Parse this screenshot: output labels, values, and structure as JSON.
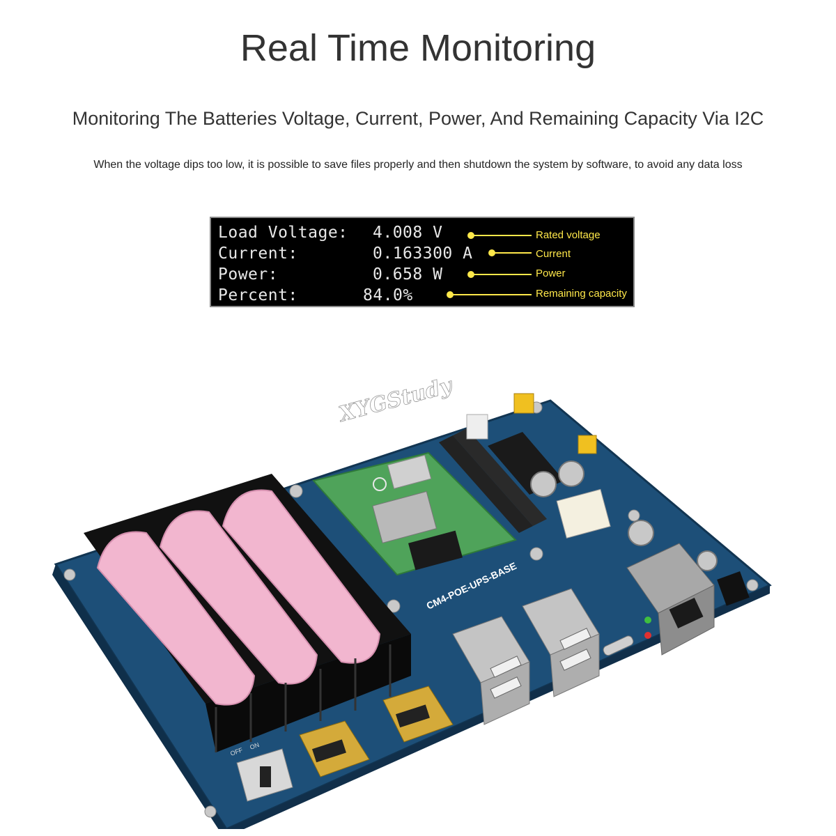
{
  "header": {
    "title": "Real Time Monitoring",
    "subtitle": "Monitoring The Batteries Voltage, Current, Power, And Remaining Capacity Via I2C",
    "description": "When the voltage dips too low, it is possible to save files properly and then shutdown the system by software, to avoid any data loss"
  },
  "terminal": {
    "rows": [
      {
        "label": "Load Voltage:",
        "value": "4.008 V",
        "callout": "Rated voltage"
      },
      {
        "label": "Current:",
        "value": "0.163300 A",
        "callout": "Current"
      },
      {
        "label": "Power:",
        "value": "0.658 W",
        "callout": "Power"
      },
      {
        "label": "Percent:",
        "value": "84.0%",
        "callout": "Remaining capacity"
      }
    ],
    "callout_color": "#ffe84a"
  },
  "board": {
    "model_label": "CM4-POE-UPS-BASE",
    "watermark": "XYGStudy",
    "switch_labels": [
      "OFF",
      "ON"
    ],
    "pcb_color": "#1d4f78",
    "battery_color": "#f2b6cf",
    "module_color": "#4fa35a"
  }
}
